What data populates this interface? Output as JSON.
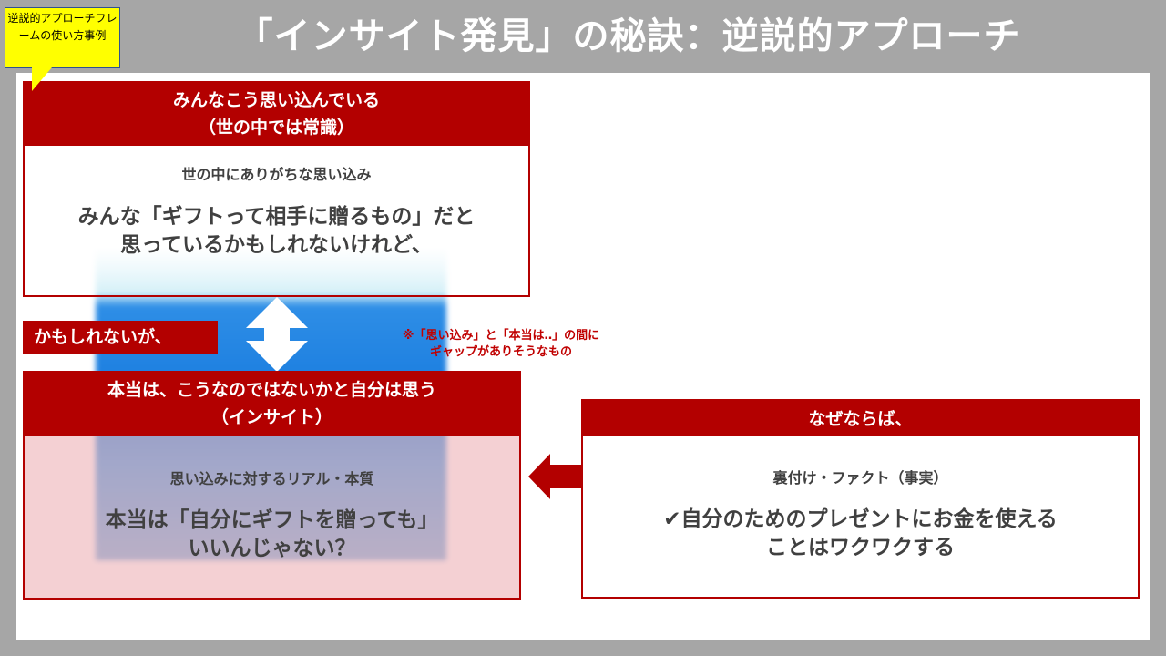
{
  "title": "「インサイト発見」の秘訣：逆説的アプローチ",
  "callout": "逆説的アプローチフレームの使い方事例",
  "box1": {
    "header_line1": "みんなこう思い込んでいる",
    "header_line2": "（世の中では常識）",
    "subtitle": "世の中にありがちな思い込み",
    "main_line1": "みんな「ギフトって相手に贈るもの」だと",
    "main_line2": "思っているかもしれないけれど、"
  },
  "connector": "かもしれないが、",
  "note_line1": "※「思い込み」と「本当は‥」の間に",
  "note_line2": "ギャップがありそうなもの",
  "box2": {
    "header_line1": "本当は、こうなのではないかと自分は思う",
    "header_line2": "（インサイト）",
    "subtitle": "思い込みに対するリアル・本質",
    "main_line1": "本当は「自分にギフトを贈っても」",
    "main_line2": "いいんじゃない？"
  },
  "box3": {
    "header": "なぜならば、",
    "subtitle": "裏付け・ファクト（事実）",
    "main_line1": "✔自分のためのプレゼントにお金を使える",
    "main_line2": "ことはワクワクする"
  },
  "colors": {
    "accent": "#b30000",
    "callout": "#ffff00",
    "background": "#a6a6a6"
  }
}
